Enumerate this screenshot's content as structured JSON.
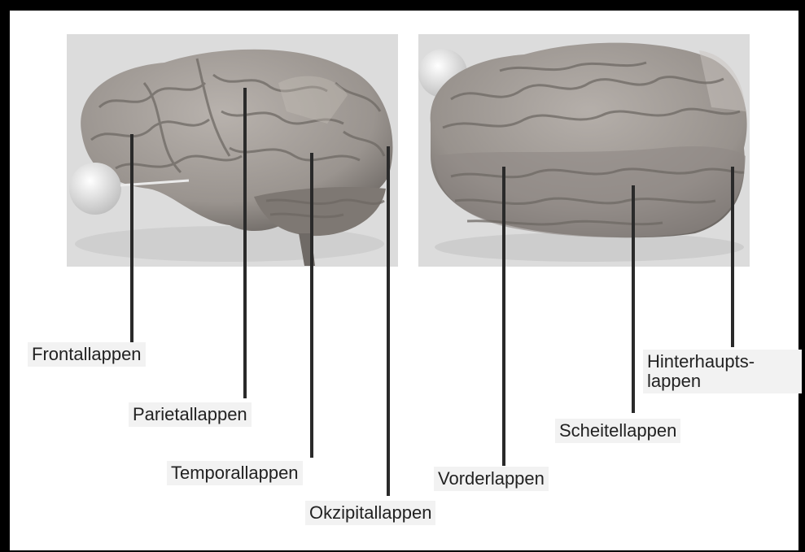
{
  "figure": {
    "colors": {
      "frame": "#000000",
      "panel_bg": "#dedede",
      "brain": "#a39d98",
      "leader_line": "#2a2a2a",
      "label_bg": "#f2f2f2"
    },
    "left_view": {
      "labels": {
        "frontal": "Frontallappen",
        "parietal": "Parietallappen",
        "temporal": "Temporallappen",
        "occipital": "Okzipitallappen"
      }
    },
    "right_view": {
      "labels": {
        "frontal": "Vorderlappen",
        "parietal": "Scheitellappen",
        "occipital_line1": "Hinterhaupts-",
        "occipital_line2": "lappen"
      }
    }
  }
}
